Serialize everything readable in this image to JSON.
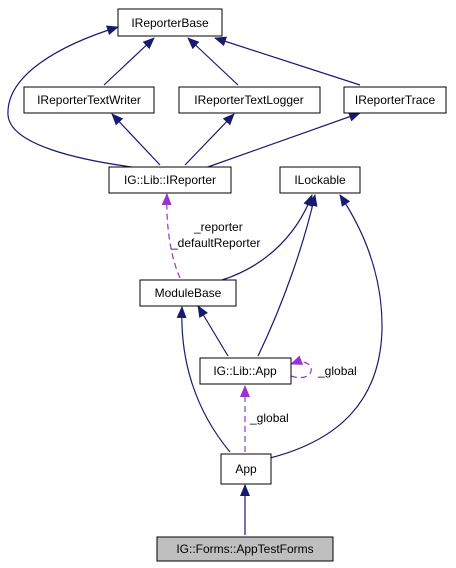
{
  "diagram": {
    "colors": {
      "inheritance_edge": "#191970",
      "usage_edge": "#9a32cd",
      "node_fill": "#ffffff",
      "highlight_fill": "#bfbfbf",
      "node_border": "#000000"
    },
    "nodes": {
      "ireporterbase": "IReporterBase",
      "ireportertextwriter": "IReporterTextWriter",
      "ireportertextlogger": "IReporterTextLogger",
      "ireportertrace": "IReporterTrace",
      "ireporter": "IG::Lib::IReporter",
      "ilockable": "ILockable",
      "modulebase": "ModuleBase",
      "libapp": "IG::Lib::App",
      "app": "App",
      "apptestforms": "IG::Forms::AppTestForms"
    },
    "edge_labels": {
      "reporter": "_reporter",
      "default_reporter": "_defaultReporter",
      "global_self": "_global",
      "global_app": "_global"
    }
  }
}
